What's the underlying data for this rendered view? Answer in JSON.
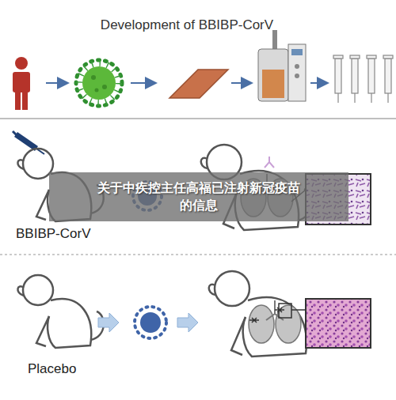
{
  "diagram": {
    "title": "Development of BBIBP-CorV",
    "nodes": [
      {
        "text": [
          "关于中疾控主任高福已注射新冠疫苗的信息"
        ]
      }
    ],
    "labels": [
      "BBIBP-CorV",
      "Placebo"
    ]
  }
}
